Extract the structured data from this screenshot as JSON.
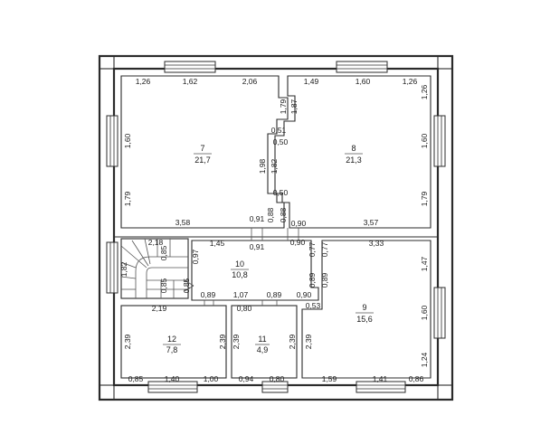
{
  "rooms": [
    {
      "number": "7",
      "area": "21,7"
    },
    {
      "number": "8",
      "area": "21,3"
    },
    {
      "number": "9",
      "area": "15,6"
    },
    {
      "number": "10",
      "area": "10,8"
    },
    {
      "number": "11",
      "area": "4,9"
    },
    {
      "number": "12",
      "area": "7,8"
    }
  ],
  "dims": {
    "r7_top": [
      "1,26",
      "1,62",
      "2,06"
    ],
    "r7_left": [
      "1,60",
      "1,79"
    ],
    "r7_bottom": "3,58",
    "r8_top": [
      "1,49",
      "1,60",
      "1,26"
    ],
    "r8_right": [
      "1,26",
      "1,60",
      "1,79"
    ],
    "r8_bottom": "3,57",
    "partition": [
      "1,79",
      "1,87",
      "0,51",
      "0,50",
      "1,98",
      "1,82",
      "0,50",
      "0,91",
      "0,88",
      "0,88",
      "0,90"
    ],
    "corridor": [
      "1,45",
      "0,91",
      "0,90",
      "0,77",
      "0,77",
      "0,89",
      "0,89",
      "0,97",
      "0,89",
      "1,07",
      "0,89",
      "0,90",
      "0,85"
    ],
    "stair": [
      "2,18",
      "0,85",
      "0,85",
      "1,82"
    ],
    "r9": [
      "3,33",
      "1,47",
      "1,60",
      "1,24",
      "0,53"
    ],
    "r9_bottom": [
      "1,59",
      "1,41",
      "0,86"
    ],
    "r12": [
      "2,19",
      "2,39",
      "2,39"
    ],
    "r12_bottom": [
      "0,85",
      "1,40",
      "1,00"
    ],
    "r11": [
      "0,80",
      "2,39",
      "2,39"
    ],
    "r11_bottom": [
      "0,94",
      "0,80"
    ],
    "r9_left": "2,39"
  }
}
